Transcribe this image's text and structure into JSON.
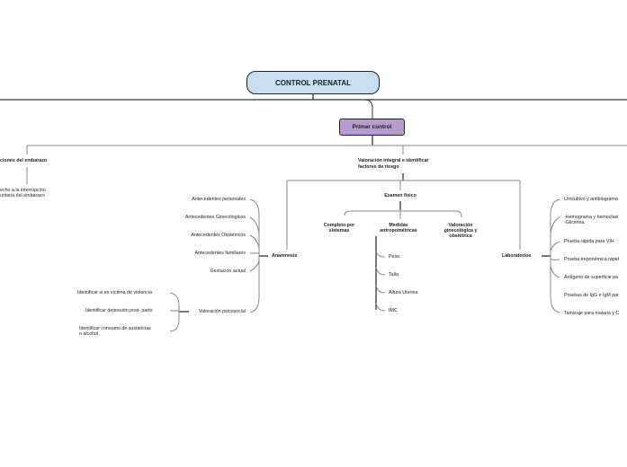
{
  "title": "CONTROL PRENATAL",
  "first_control": "Primer control",
  "left_branch": {
    "title": "ciones del embarazo",
    "child": [
      "echo a la interrupción",
      "untaria del embarazo"
    ]
  },
  "main_branch": {
    "title": [
      "Valoración integral e identificar",
      "factores de riesgo"
    ],
    "exam": {
      "title": "Examen físico",
      "complete": [
        "Completo por",
        "sistemas"
      ],
      "measures": [
        "Medidas",
        "antropométricas"
      ],
      "gyn": [
        "Valoración",
        "ginecológica y",
        "obstétrica"
      ],
      "measure_items": [
        "Peso",
        "Talla",
        "Altura Uterina",
        "IMC"
      ]
    },
    "anamnesis": {
      "title": "Anamnesis",
      "items": [
        "Antecedentes personales",
        "Antecedentes Ginecologicos",
        "Antecedentes Obstétricos",
        "Antecedentes familiares",
        "Gestación actual",
        "Valoración psicosocial"
      ],
      "psychosocial_items": [
        "Identificar si es víctima de violencia",
        "Identificar depresión post- parto",
        "Identificar consumo de sustancias",
        "o alcohol"
      ]
    },
    "labs": {
      "title": "Laboratorios",
      "items": [
        "Urocultivo y antibiograma",
        "-Hemograma y hemoclasi",
        "-Glicemia.",
        "Prueba rápida para VIH",
        "Prueba treponémica rápid",
        "Antígeno de superficie pa",
        "Pruebas de IgG e IgM par",
        "Tamizaje para malaria y C"
      ]
    }
  }
}
